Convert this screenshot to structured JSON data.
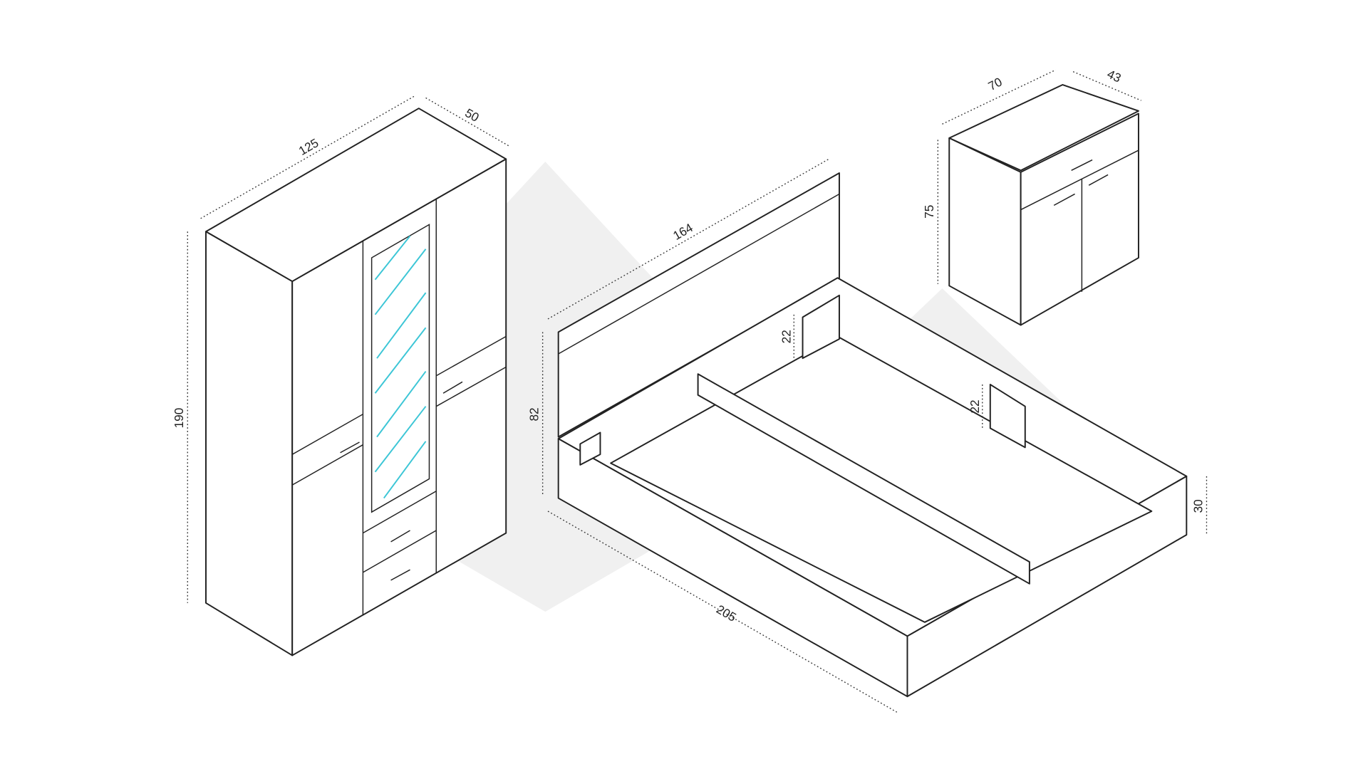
{
  "diagram": {
    "wardrobe": {
      "width": "125",
      "depth": "50",
      "height": "190"
    },
    "bed": {
      "headboard_width": "164",
      "headboard_height": "82",
      "length": "205",
      "frame_height": "30",
      "support_height_left": "22",
      "support_height_right": "22"
    },
    "cabinet": {
      "width": "70",
      "depth": "43",
      "height": "75"
    },
    "colors": {
      "line": "#222222",
      "mirror": "#3cc6d6",
      "watermark": "#f0f0f0"
    }
  }
}
